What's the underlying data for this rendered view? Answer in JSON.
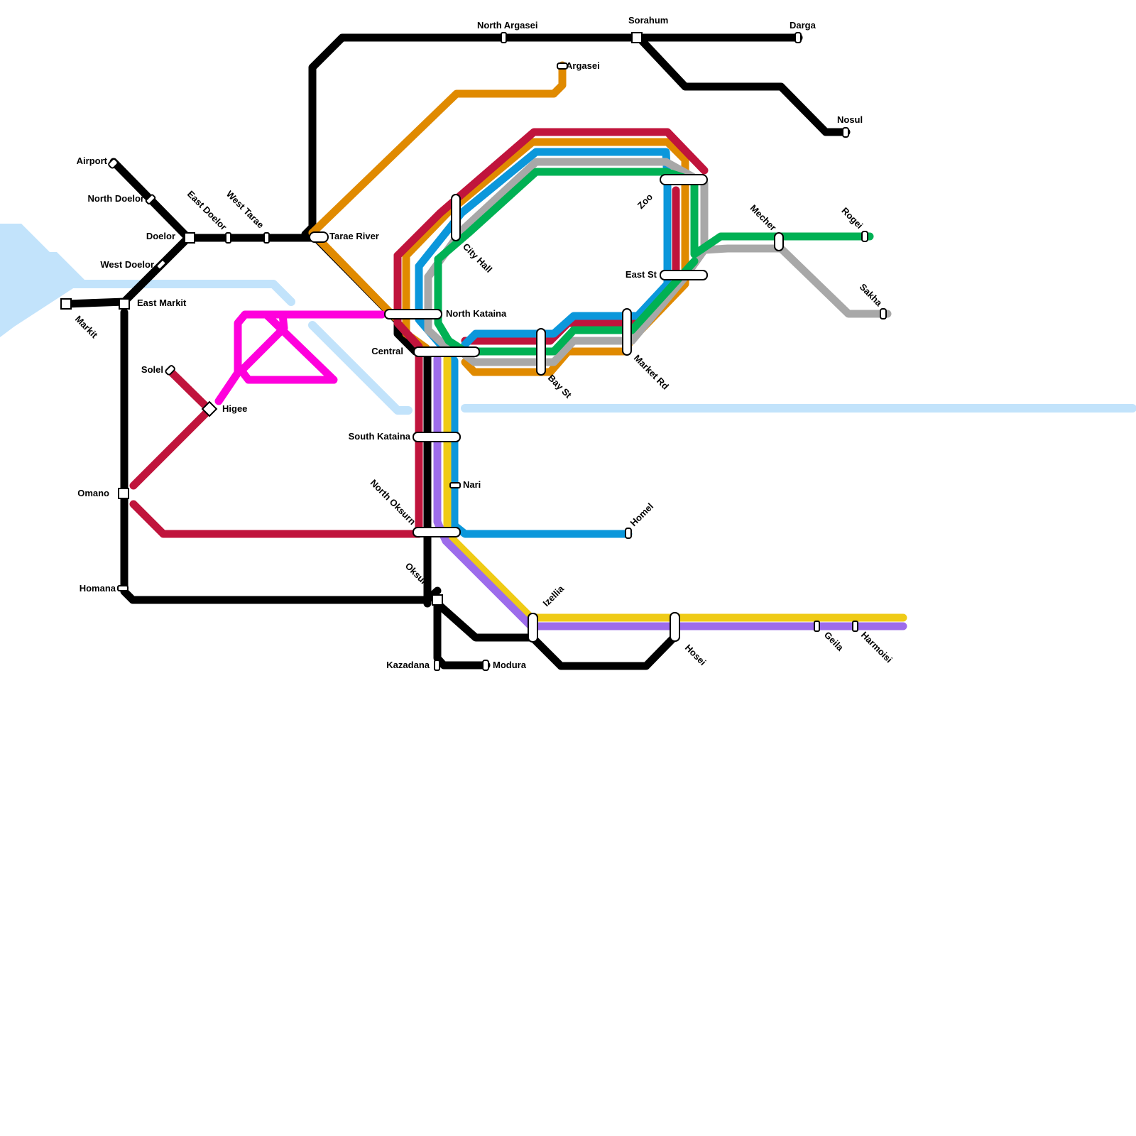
{
  "map": {
    "colors": {
      "water": "#c2e3fb",
      "black_line": "#000000",
      "orange_line": "#e08a00",
      "crimson_line": "#c0143c",
      "blue_line": "#0b97db",
      "grey_line": "#a8a8a8",
      "green_line": "#00b154",
      "magenta_line": "#ff00dc",
      "yellow_line": "#efcb16",
      "purple_line": "#9d6ceb"
    },
    "stations": [
      {
        "id": "north-argasei",
        "name": "North Argasei"
      },
      {
        "id": "sorahum",
        "name": "Sorahum"
      },
      {
        "id": "darga",
        "name": "Darga"
      },
      {
        "id": "argasei",
        "name": "Argasei"
      },
      {
        "id": "nosul",
        "name": "Nosul"
      },
      {
        "id": "airport",
        "name": "Airport"
      },
      {
        "id": "north-doelor",
        "name": "North Doelor"
      },
      {
        "id": "doelor",
        "name": "Doelor"
      },
      {
        "id": "east-doelor",
        "name": "East Doelor"
      },
      {
        "id": "west-tarae",
        "name": "West Tarae"
      },
      {
        "id": "tarae-river",
        "name": "Tarae River"
      },
      {
        "id": "west-doelor",
        "name": "West Doelor"
      },
      {
        "id": "east-markit",
        "name": "East Markit"
      },
      {
        "id": "markit",
        "name": "Markit"
      },
      {
        "id": "solel",
        "name": "Solel"
      },
      {
        "id": "higee",
        "name": "Higee"
      },
      {
        "id": "omano",
        "name": "Omano"
      },
      {
        "id": "homana",
        "name": "Homana"
      },
      {
        "id": "city-hall",
        "name": "City Hall"
      },
      {
        "id": "zoo",
        "name": "Zoo"
      },
      {
        "id": "mecher",
        "name": "Mecher"
      },
      {
        "id": "rogei",
        "name": "Rogei"
      },
      {
        "id": "east-st",
        "name": "East St"
      },
      {
        "id": "sakha",
        "name": "Sakha"
      },
      {
        "id": "north-kataina",
        "name": "North Kataina"
      },
      {
        "id": "central",
        "name": "Central"
      },
      {
        "id": "bay-st",
        "name": "Bay St"
      },
      {
        "id": "market-rd",
        "name": "Market Rd"
      },
      {
        "id": "south-kataina",
        "name": "South Kataina"
      },
      {
        "id": "nari",
        "name": "Nari"
      },
      {
        "id": "north-oksurn",
        "name": "North Oksurn"
      },
      {
        "id": "homel",
        "name": "Homel"
      },
      {
        "id": "oksurn",
        "name": "Oksurn"
      },
      {
        "id": "izellia",
        "name": "Izellia"
      },
      {
        "id": "hosei",
        "name": "Hosei"
      },
      {
        "id": "geila",
        "name": "Geila"
      },
      {
        "id": "harmoisi",
        "name": "Harmoisi"
      },
      {
        "id": "kazadana",
        "name": "Kazadana"
      },
      {
        "id": "modura",
        "name": "Modura"
      }
    ]
  }
}
